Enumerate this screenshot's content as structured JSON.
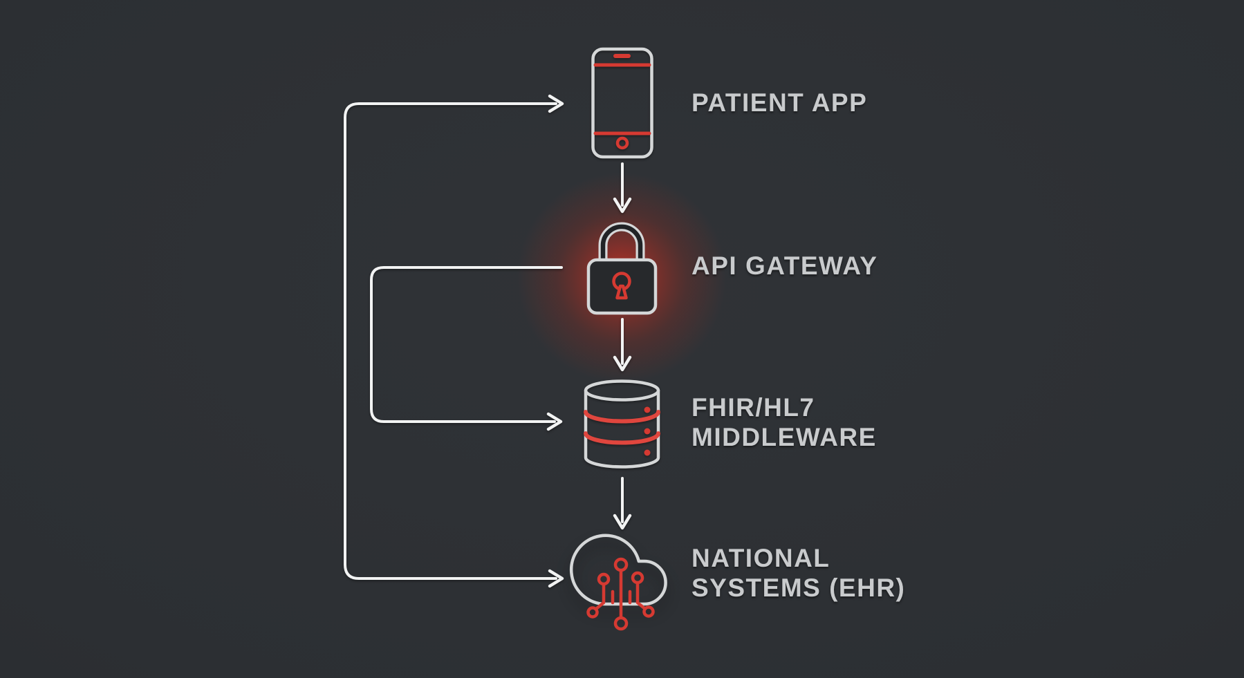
{
  "diagram": {
    "nodes": {
      "patient_app": {
        "label": "PATIENT APP",
        "icon": "smartphone-icon"
      },
      "api_gateway": {
        "label": "API GATEWAY",
        "icon": "lock-icon",
        "highlight": "red-glow"
      },
      "middleware": {
        "label_line1": "FHIR/HL7",
        "label_line2": "MIDDLEWARE",
        "icon": "database-icon"
      },
      "national_systems": {
        "label_line1": "NATIONAL",
        "label_line2": "SYSTEMS (EHR)",
        "icon": "cloud-circuit-icon"
      }
    },
    "edges": [
      {
        "from": "patient_app",
        "to": "api_gateway",
        "style": "straight-down-arrow"
      },
      {
        "from": "api_gateway",
        "to": "middleware",
        "style": "straight-down-arrow"
      },
      {
        "from": "middleware",
        "to": "national_systems",
        "style": "straight-down-arrow"
      },
      {
        "from": "api_gateway",
        "to": "middleware",
        "style": "left-loop-arrow"
      },
      {
        "from": "national_systems",
        "to": "patient_app",
        "style": "outer-return-loop",
        "arrowheads": [
          "patient_app",
          "national_systems"
        ]
      }
    ],
    "colors": {
      "background": "#2c2f33",
      "connector": "#f2f3f3",
      "icon_stroke": "#d5d7d8",
      "accent_red": "#d63a32",
      "band_red": "#e0463e",
      "label_text": "#c9cbcd",
      "glow_red": "#cf2d20"
    }
  }
}
